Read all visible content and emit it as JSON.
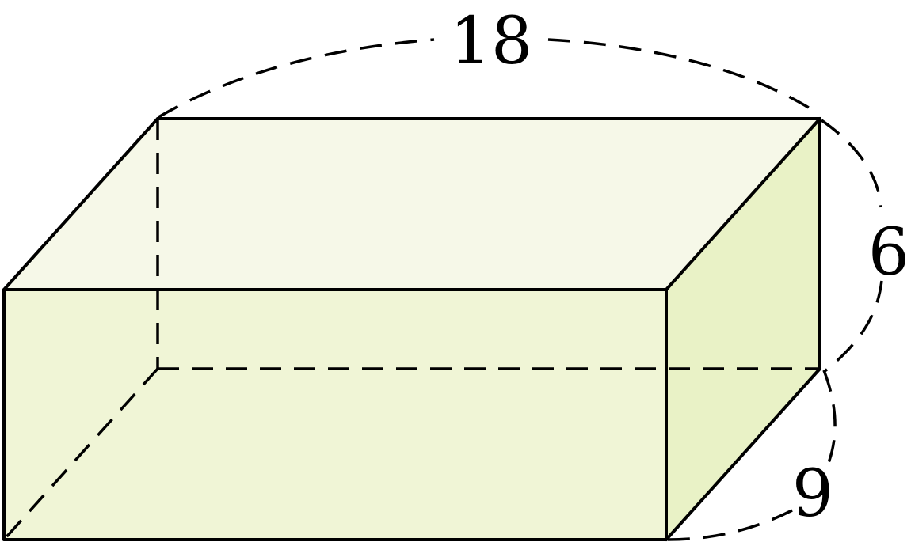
{
  "figure": {
    "shape": "rectangular cuboid",
    "dimensions": {
      "length": "18",
      "height": "6",
      "width": "9"
    },
    "colors": {
      "top_face": "#f6f8e8",
      "front_face": "#f0f5d6",
      "side_face": "#e9f2c6",
      "edges": "#000000"
    }
  }
}
